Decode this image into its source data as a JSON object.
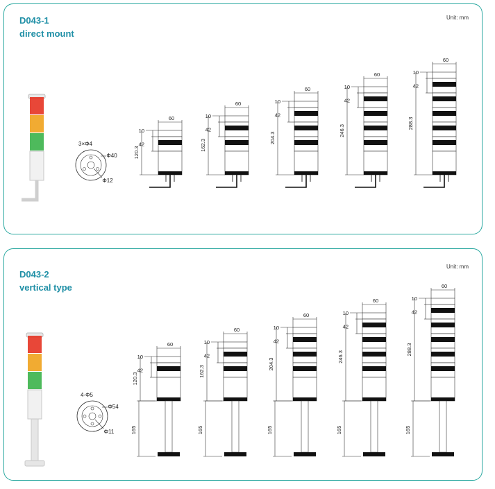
{
  "sections": [
    {
      "code": "D043-1",
      "type": "direct mount",
      "unit": "Unit:  mm",
      "base_labels": {
        "holes": "3×Φ4",
        "outer": "Φ40",
        "inner": "Φ12"
      },
      "variants": [
        {
          "tiers": 1,
          "width": "60",
          "top": "10",
          "tier": "42",
          "height": "120.3"
        },
        {
          "tiers": 2,
          "width": "60",
          "top": "10",
          "tier": "42",
          "height": "162.3"
        },
        {
          "tiers": 3,
          "width": "60",
          "top": "10",
          "tier": "42",
          "height": "204.3"
        },
        {
          "tiers": 4,
          "width": "60",
          "top": "10",
          "tier": "42",
          "height": "246.3"
        },
        {
          "tiers": 5,
          "width": "60",
          "top": "10",
          "tier": "42",
          "height": "288.3"
        }
      ]
    },
    {
      "code": "D043-2",
      "type": "vertical type",
      "unit": "Unit:  mm",
      "base_labels": {
        "holes": "4-Φ5",
        "outer": "Φ54",
        "inner": "Φ11"
      },
      "pole": "165",
      "variants": [
        {
          "tiers": 1,
          "width": "60",
          "top": "10",
          "tier": "42",
          "height": "120.3"
        },
        {
          "tiers": 2,
          "width": "60",
          "top": "10",
          "tier": "42",
          "height": "162.3"
        },
        {
          "tiers": 3,
          "width": "60",
          "top": "10",
          "tier": "42",
          "height": "204.3"
        },
        {
          "tiers": 4,
          "width": "60",
          "top": "10",
          "tier": "42",
          "height": "246.3"
        },
        {
          "tiers": 5,
          "width": "60",
          "top": "10",
          "tier": "42",
          "height": "288.3"
        }
      ]
    }
  ],
  "colors": {
    "accent": "#1f8fa6",
    "border": "#2aa8a0",
    "red": "#e53322",
    "amber": "#f0a21c",
    "green": "#3bb34a"
  }
}
